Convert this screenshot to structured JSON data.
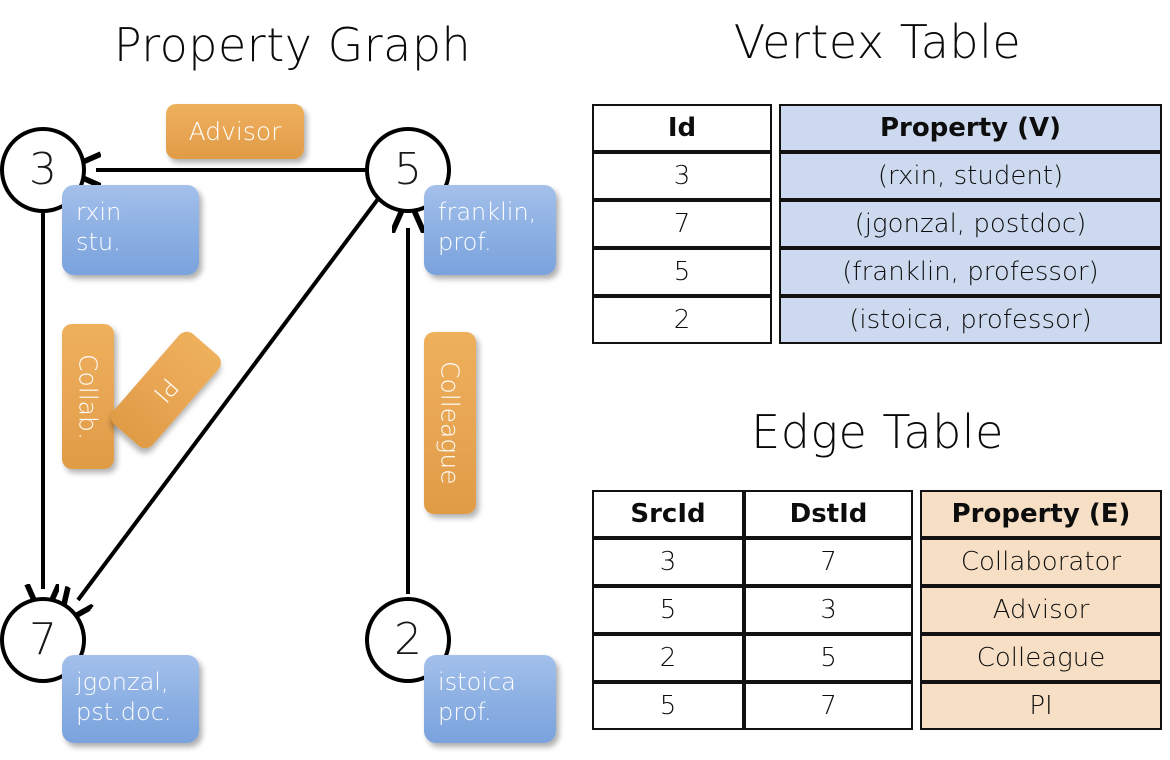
{
  "titles": {
    "property_graph": "Property Graph",
    "vertex_table": "Vertex Table",
    "edge_table": "Edge Table"
  },
  "graph": {
    "nodes": [
      {
        "id": "3",
        "property": "rxin\nstu."
      },
      {
        "id": "5",
        "property": "franklin,\nprof."
      },
      {
        "id": "7",
        "property": "jgonzal,\npst.doc."
      },
      {
        "id": "2",
        "property": "istoica\nprof."
      }
    ],
    "node_labels": {
      "n3": "3",
      "n5": "5",
      "n7": "7",
      "n2": "2"
    },
    "properties": {
      "p3_line1": "rxin",
      "p3_line2": "stu.",
      "p5_line1": "franklin,",
      "p5_line2": "prof.",
      "p7_line1": "jgonzal,",
      "p7_line2": "pst.doc.",
      "p2_line1": "istoica",
      "p2_line2": "prof."
    },
    "edge_labels": {
      "advisor": "Advisor",
      "collab": "Collab.",
      "pi": "PI",
      "colleague": "Colleague"
    },
    "edges": [
      {
        "src": "5",
        "dst": "3",
        "label": "Advisor"
      },
      {
        "src": "3",
        "dst": "7",
        "label": "Collab."
      },
      {
        "src": "5",
        "dst": "7",
        "label": "PI"
      },
      {
        "src": "2",
        "dst": "5",
        "label": "Colleague"
      }
    ]
  },
  "vertex_table": {
    "headers": [
      "Id",
      "Property (V)"
    ],
    "rows": [
      {
        "id": "3",
        "property": "(rxin, student)"
      },
      {
        "id": "7",
        "property": "(jgonzal, postdoc)"
      },
      {
        "id": "5",
        "property": "(franklin, professor)"
      },
      {
        "id": "2",
        "property": "(istoica, professor)"
      }
    ]
  },
  "edge_table": {
    "headers": [
      "SrcId",
      "DstId",
      "Property (E)"
    ],
    "rows": [
      {
        "src": "3",
        "dst": "7",
        "property": "Collaborator"
      },
      {
        "src": "5",
        "dst": "3",
        "property": "Advisor"
      },
      {
        "src": "2",
        "dst": "5",
        "property": "Colleague"
      },
      {
        "src": "5",
        "dst": "7",
        "property": "PI"
      }
    ]
  },
  "colors": {
    "vertex_property_fill": "#ccd9ef",
    "edge_property_fill": "#f6dfc4",
    "node_box_blue": "#8fb2e4",
    "edge_label_orange": "#e9a755",
    "stroke": "#121212",
    "background": "#ffffff"
  }
}
